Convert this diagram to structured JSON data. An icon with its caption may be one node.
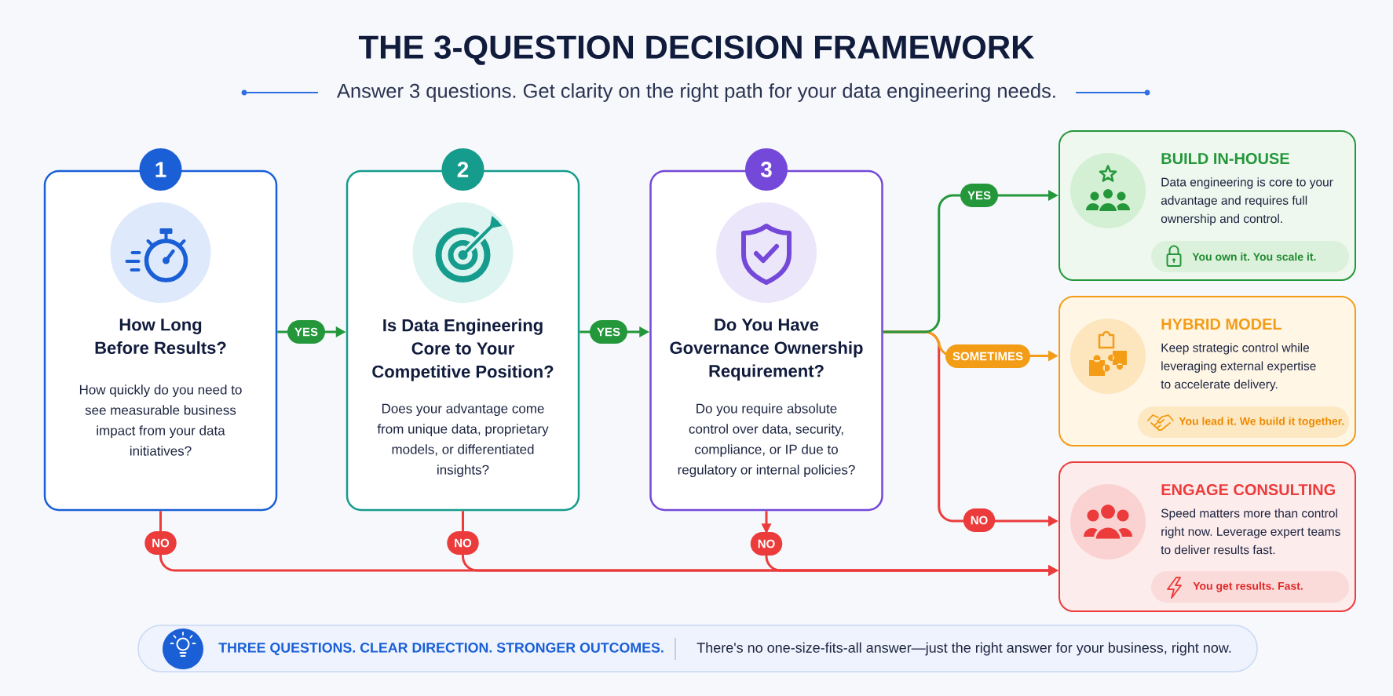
{
  "diagram": {
    "title": "THE 3-QUESTION DECISION FRAMEWORK",
    "nodes": [
      {
        "text": [
          "1",
          "How Long Before Results?",
          "How quickly do you need to see measurable business impact from your data initiatives?"
        ]
      },
      {
        "text": [
          "2",
          "Is Data Engineering Core to Your Competitive Position?",
          "Does your advantage come from unique data, proprietary models, or differentiated insights?"
        ]
      },
      {
        "text": [
          "3",
          "Do You Have Governance Ownership Requirement?",
          "Do you require absolute control over data, security, compliance, or IP due to regulatory or internal policies?"
        ]
      },
      {
        "text": [
          "BUILD IN-HOUSE",
          "Data engineering is core to your advantage and requires full ownership and control."
        ]
      },
      {
        "text": [
          "You own it. You scale it."
        ],
        "in": 3
      },
      {
        "text": [
          "HYBRID MODEL",
          "Keep strategic control while leveraging external expertise to accelerate delivery."
        ]
      },
      {
        "text": [
          "You lead it. We build it together."
        ],
        "in": 5
      },
      {
        "text": [
          "ENGAGE CONSULTING",
          "Speed matters more than control right now. Leverage expert teams to deliver results fast."
        ]
      },
      {
        "text": [
          "You get results. Fast."
        ],
        "in": 7
      },
      {
        "text": [
          "THREE QUESTIONS. CLEAR DIRECTION. STRONGER OUTCOMES.",
          "There's no one-size-fits-all answer—just the right answer for your business, right now."
        ]
      }
    ],
    "edges": [
      {
        "from": 0,
        "to": 1,
        "arrow": "to",
        "label": "YES",
        "color": "#23973a"
      },
      {
        "from": 1,
        "to": 2,
        "arrow": "to",
        "label": "YES",
        "color": "#23973a"
      },
      {
        "from": 2,
        "to": 3,
        "arrow": "to",
        "label": "YES",
        "color": "#23973a"
      },
      {
        "from": 2,
        "to": 5,
        "arrow": "to",
        "label": "SOMETIMES",
        "color": "#f39c16"
      },
      {
        "from": 2,
        "to": 7,
        "arrow": "to",
        "label": "NO"
      },
      {
        "from": 0,
        "to": 7,
        "arrow": "to",
        "label": "NO"
      },
      {
        "from": 1,
        "to": 7,
        "arrow": "to",
        "label": "NO"
      },
      {
        "from": 2,
        "to": 7,
        "arrow": "to",
        "label": "NO"
      }
    ],
    "labels": [
      "Answer 3 questions. Get clarity on the right path for your data engineering needs."
    ]
  }
}
